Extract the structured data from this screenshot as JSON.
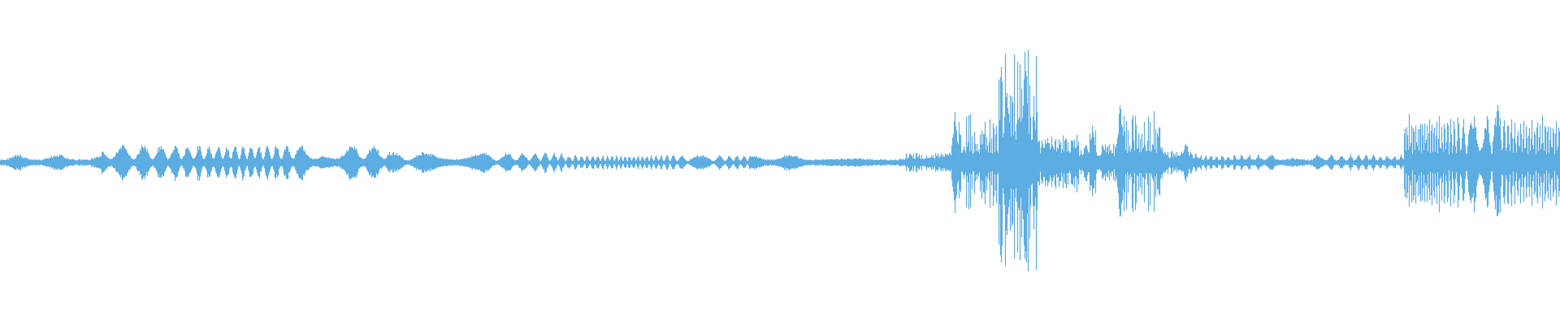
{
  "waveform": {
    "color": "#5dade2",
    "background": "#ffffff",
    "amplitude_range": [
      -1,
      1
    ],
    "duration_fraction_span": [
      0,
      1
    ],
    "segments": [
      {
        "from": 0.0,
        "to": 0.065,
        "level": 0.05,
        "style": "flat-bursts"
      },
      {
        "from": 0.065,
        "to": 0.25,
        "level": 0.14,
        "style": "syllables"
      },
      {
        "from": 0.25,
        "to": 0.36,
        "level": 0.08,
        "style": "syllables"
      },
      {
        "from": 0.36,
        "to": 0.48,
        "level": 0.06,
        "style": "syllables"
      },
      {
        "from": 0.48,
        "to": 0.58,
        "level": 0.05,
        "style": "flat-bursts"
      },
      {
        "from": 0.58,
        "to": 0.61,
        "level": 0.08,
        "style": "noise"
      },
      {
        "from": 0.61,
        "to": 0.64,
        "level": 0.4,
        "style": "spiky"
      },
      {
        "from": 0.64,
        "to": 0.665,
        "level": 0.95,
        "style": "spiky"
      },
      {
        "from": 0.665,
        "to": 0.69,
        "level": 0.22,
        "style": "noise"
      },
      {
        "from": 0.69,
        "to": 0.705,
        "level": 0.28,
        "style": "spiky"
      },
      {
        "from": 0.705,
        "to": 0.72,
        "level": 0.16,
        "style": "noise"
      },
      {
        "from": 0.72,
        "to": 0.745,
        "level": 0.45,
        "style": "spiky"
      },
      {
        "from": 0.745,
        "to": 0.77,
        "level": 0.1,
        "style": "noise"
      },
      {
        "from": 0.77,
        "to": 0.9,
        "level": 0.05,
        "style": "flat-bursts"
      },
      {
        "from": 0.9,
        "to": 1.0,
        "level": 0.38,
        "style": "syllables"
      }
    ],
    "peaks": [
      {
        "at": 0.612,
        "height": 0.48
      },
      {
        "at": 0.645,
        "height": 0.8
      },
      {
        "at": 0.657,
        "height": 1.0
      },
      {
        "at": 0.7,
        "height": 0.32
      },
      {
        "at": 0.718,
        "height": 0.56
      },
      {
        "at": 0.76,
        "height": 0.2
      },
      {
        "at": 0.945,
        "height": 0.46
      },
      {
        "at": 0.96,
        "height": 0.55
      }
    ]
  }
}
